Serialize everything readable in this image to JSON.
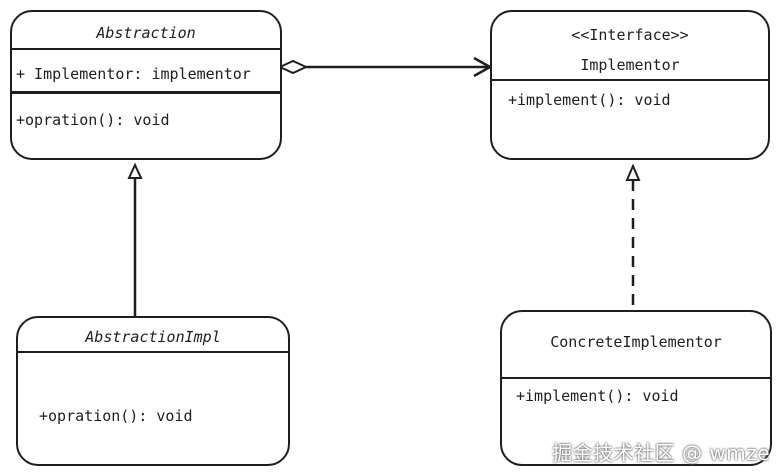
{
  "classes": {
    "abstraction": {
      "name": "Abstraction",
      "attribute": "+ Implementor: implementor",
      "method": "+opration(): void"
    },
    "implementor": {
      "stereotype": "<<Interface>>",
      "name": "Implementor",
      "method": "+implement(): void"
    },
    "abstraction_impl": {
      "name": "AbstractionImpl",
      "method": "+opration(): void"
    },
    "concrete_implementor": {
      "name": "ConcreteImplementor",
      "method": "+implement(): void"
    }
  },
  "watermark": "掘金技术社区 @ wmze"
}
